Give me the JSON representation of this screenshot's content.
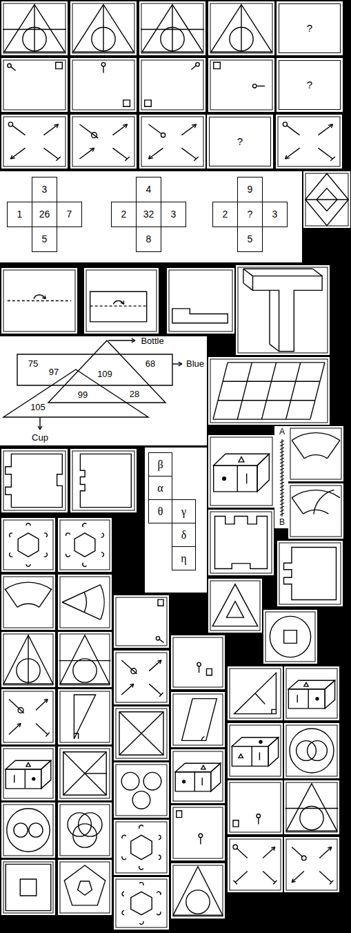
{
  "diagram": {
    "nodes": [
      {
        "text": [
          "?"
        ]
      },
      {
        "text": [
          "?"
        ]
      },
      {
        "text": [
          "?"
        ]
      },
      {
        "text": [
          "3"
        ]
      },
      {
        "text": [
          "1"
        ]
      },
      {
        "text": [
          "26"
        ]
      },
      {
        "text": [
          "7"
        ]
      },
      {
        "text": [
          "5"
        ]
      },
      {
        "text": [
          "4"
        ]
      },
      {
        "text": [
          "2"
        ]
      },
      {
        "text": [
          "32"
        ]
      },
      {
        "text": [
          "3"
        ]
      },
      {
        "text": [
          "8"
        ]
      },
      {
        "text": [
          "9"
        ]
      },
      {
        "text": [
          "2"
        ]
      },
      {
        "text": [
          "?"
        ]
      },
      {
        "text": [
          "3"
        ]
      },
      {
        "text": [
          "5"
        ]
      },
      {
        "text": [
          "β"
        ]
      },
      {
        "text": [
          "α"
        ]
      },
      {
        "text": [
          "θ"
        ]
      },
      {
        "text": [
          "γ"
        ]
      },
      {
        "text": [
          "δ"
        ]
      },
      {
        "text": [
          "η"
        ]
      }
    ],
    "labels": [
      "Bottle",
      "75",
      "68",
      "Blue",
      "97",
      "109",
      "99",
      "28",
      "105",
      "Cup",
      "A",
      "B"
    ]
  }
}
